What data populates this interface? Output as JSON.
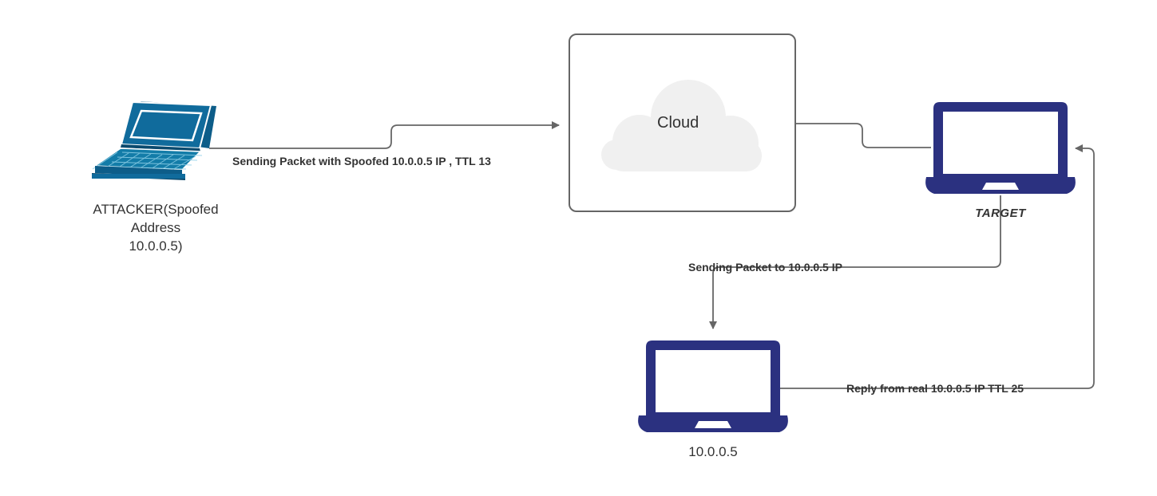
{
  "diagram": {
    "title": "IP Spoofing / Idle Scan Network Diagram",
    "background_color": "#ffffff",
    "line_color": "#666666",
    "text_color": "#333333",
    "nodes": [
      {
        "id": "attacker",
        "type": "laptop-isometric",
        "icon_name": "attacker-laptop-icon",
        "color": "#106B9C",
        "label_lines": [
          "ATTACKER(Spoofed",
          "Address",
          "10.0.0.5)"
        ]
      },
      {
        "id": "cloud",
        "type": "cloud-container",
        "icon_name": "cloud-icon",
        "border_color": "#666666",
        "fill_color": "#ffffff",
        "cloud_fill": "#f0f0f0",
        "label": "Cloud"
      },
      {
        "id": "target",
        "type": "laptop-front",
        "icon_name": "target-laptop-icon",
        "color": "#2b3180",
        "label": "TARGET"
      },
      {
        "id": "realhost",
        "type": "laptop-front",
        "icon_name": "real-host-laptop-icon",
        "color": "#2b3180",
        "label": "10.0.0.5"
      }
    ],
    "edges": [
      {
        "id": "attacker-to-cloud",
        "from": "attacker",
        "to": "cloud",
        "label": "Sending Packet with Spoofed 10.0.0.5 IP , TTL 13",
        "arrow": true
      },
      {
        "id": "cloud-to-target",
        "from": "cloud",
        "to": "target",
        "label": "",
        "arrow": false
      },
      {
        "id": "target-to-realhost",
        "from": "target",
        "to": "realhost",
        "label": "Sending Packet to 10.0.0.5 IP",
        "arrow": true
      },
      {
        "id": "realhost-to-target",
        "from": "realhost",
        "to": "target",
        "label": "Reply from real 10.0.0.5 IP TTL 25",
        "arrow": true
      }
    ]
  }
}
